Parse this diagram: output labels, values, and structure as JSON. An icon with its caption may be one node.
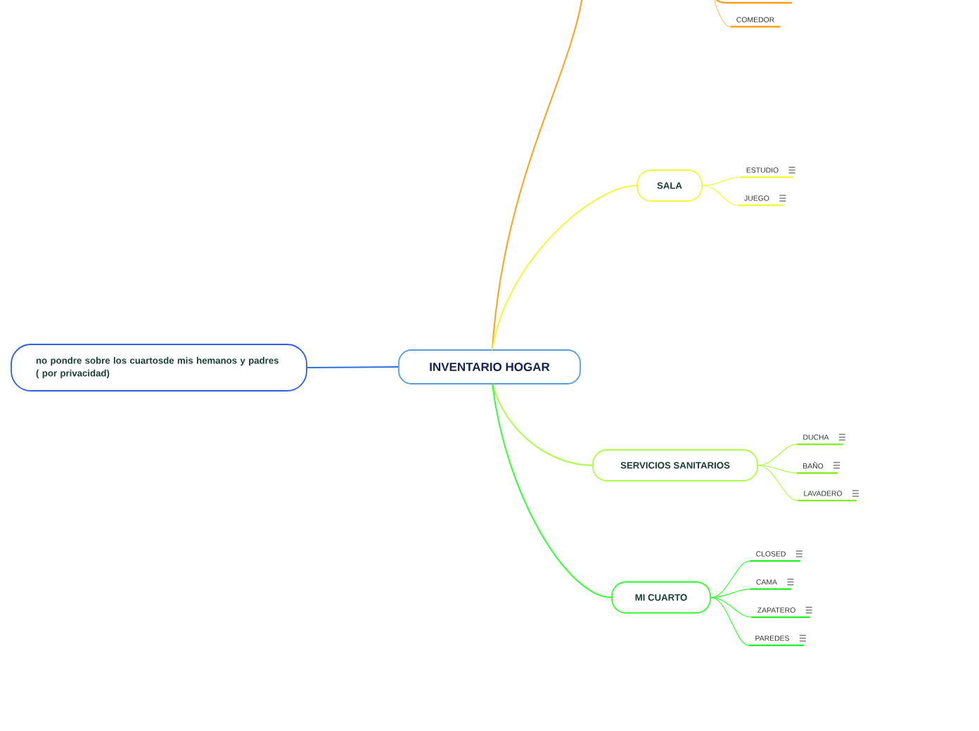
{
  "diagram": {
    "nodes": [
      {
        "text": [
          "INVENTARIO HOGAR"
        ]
      },
      {
        "text": [
          "no pondre sobre los cuartosde mis hemanos y padres ( por privacidad)"
        ]
      },
      {
        "text": [
          "SALA"
        ]
      },
      {
        "text": [
          "ESTUDIO"
        ]
      },
      {
        "text": [
          "JUEGO"
        ]
      },
      {
        "text": [
          "SERVICIOS SANITARIOS"
        ]
      },
      {
        "text": [
          "DUCHA"
        ]
      },
      {
        "text": [
          "BAÑO"
        ]
      },
      {
        "text": [
          "LAVADERO"
        ]
      },
      {
        "text": [
          "MI CUARTO"
        ]
      },
      {
        "text": [
          "CLOSED"
        ]
      },
      {
        "text": [
          "CAMA"
        ]
      },
      {
        "text": [
          "ZAPATERO"
        ]
      },
      {
        "text": [
          "PAREDES"
        ]
      },
      {
        "text": [
          "COMEDOR"
        ]
      }
    ],
    "edges": [
      {
        "from": 0,
        "to": null,
        "arrow": "none",
        "color": "#ff9f1a"
      },
      {
        "from": null,
        "to": 14,
        "arrow": "none",
        "color": "#ffc070"
      },
      {
        "from": 0,
        "to": 2,
        "arrow": "none",
        "color": "#f5f53a"
      },
      {
        "from": 2,
        "to": 3,
        "arrow": "none",
        "color": "#f5f53a"
      },
      {
        "from": 2,
        "to": 4,
        "arrow": "none",
        "color": "#f5f53a"
      },
      {
        "from": 0,
        "to": 1,
        "arrow": "none",
        "color": "#2f6fe0"
      },
      {
        "from": 0,
        "to": 5,
        "arrow": "none",
        "color": "#aaff44"
      },
      {
        "from": 5,
        "to": 6,
        "arrow": "none",
        "color": "#aaff44"
      },
      {
        "from": 5,
        "to": 7,
        "arrow": "none",
        "color": "#aaff44"
      },
      {
        "from": 5,
        "to": 8,
        "arrow": "none",
        "color": "#aaff44"
      },
      {
        "from": 0,
        "to": 9,
        "arrow": "none",
        "color": "#33ff33"
      },
      {
        "from": 9,
        "to": 10,
        "arrow": "none",
        "color": "#33ff33"
      },
      {
        "from": 9,
        "to": 11,
        "arrow": "none",
        "color": "#33ff33"
      },
      {
        "from": 9,
        "to": 12,
        "arrow": "none",
        "color": "#33ff33"
      },
      {
        "from": 9,
        "to": 13,
        "arrow": "none",
        "color": "#33ff33"
      }
    ]
  }
}
